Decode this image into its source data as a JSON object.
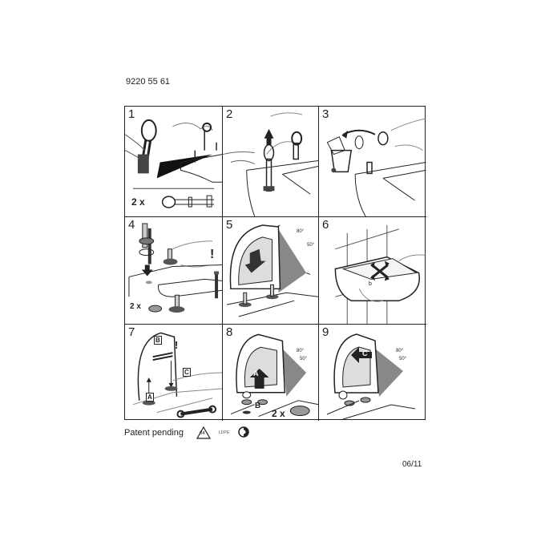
{
  "document_code": "9220 55 61",
  "panels": [
    {
      "number": "1",
      "labels": {
        "quantity": "2 x"
      }
    },
    {
      "number": "2"
    },
    {
      "number": "3"
    },
    {
      "number": "4",
      "labels": {
        "quantity": "2 x",
        "warning": "!"
      }
    },
    {
      "number": "5",
      "labels": {
        "angle_open": "80°",
        "angle_mid": "50°"
      }
    },
    {
      "number": "6",
      "labels": {
        "part": "b"
      }
    },
    {
      "number": "7",
      "labels": {
        "a": "A",
        "b": "B",
        "c": "C",
        "warning": "!"
      }
    },
    {
      "number": "8",
      "labels": {
        "a": "A",
        "b": "B",
        "quantity": "2 x",
        "angle_open": "80°",
        "angle_mid": "50°"
      }
    },
    {
      "number": "9",
      "labels": {
        "c": "C",
        "angle_open": "80°",
        "angle_mid": "50°"
      }
    }
  ],
  "footer": {
    "patent": "Patent pending",
    "recycling_code": "04",
    "material": "LDPE",
    "green_dot_icon": "green-dot-recycling-icon"
  },
  "date_code": "06/11"
}
